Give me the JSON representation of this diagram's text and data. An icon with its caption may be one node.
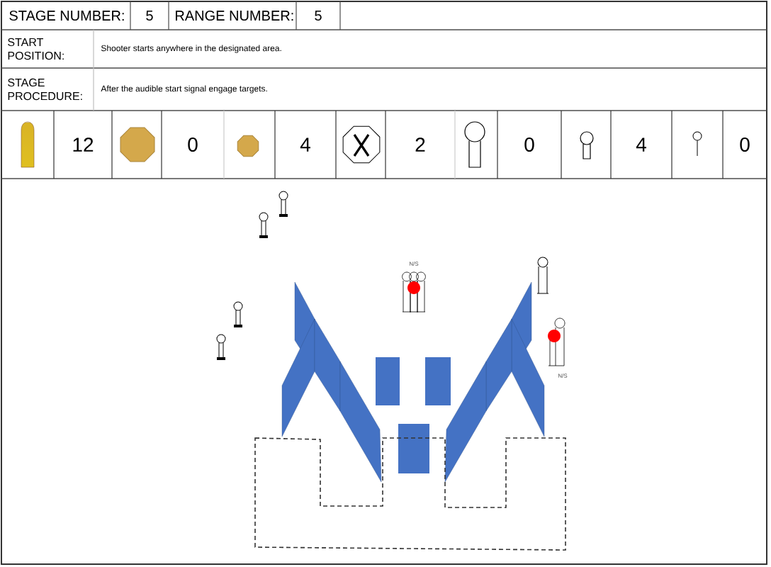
{
  "diagram": {
    "labels": [
      "STAGE NUMBER:",
      "5",
      "RANGE NUMBER:",
      "5",
      "START POSITION:",
      "Shooter starts anywhere in the designated area.",
      "STAGE PROCEDURE:",
      "After the audible start signal engage targets.",
      "12",
      "0",
      "4",
      "2",
      "0",
      "4",
      "0",
      "N/S",
      "N/S"
    ]
  }
}
